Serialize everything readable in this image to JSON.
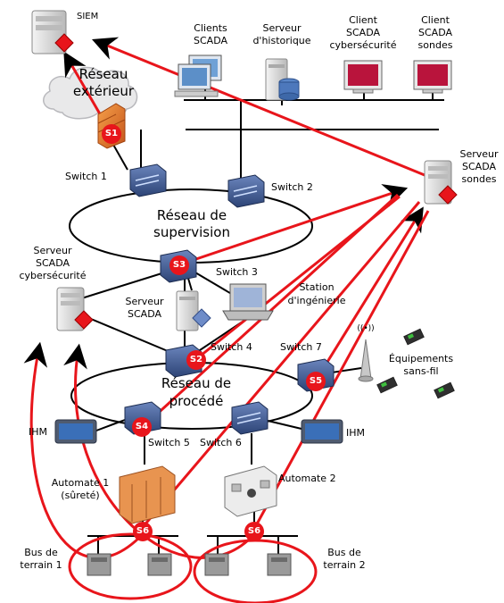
{
  "labels": {
    "siem": "SIEM",
    "reseau_exterieur_1": "Réseau",
    "reseau_exterieur_2": "extérieur",
    "clients_scada_1": "Clients",
    "clients_scada_2": "SCADA",
    "serveur_historique_1": "Serveur",
    "serveur_historique_2": "d'historique",
    "client_cyber_1": "Client",
    "client_cyber_2": "SCADA",
    "client_cyber_3": "cybersécurité",
    "client_sondes_1": "Client",
    "client_sondes_2": "SCADA",
    "client_sondes_3": "sondes",
    "serveur_sondes_1": "Serveur",
    "serveur_sondes_2": "SCADA",
    "serveur_sondes_3": "sondes",
    "switch1": "Switch 1",
    "switch2": "Switch 2",
    "switch3": "Switch 3",
    "switch4": "Switch 4",
    "switch5": "Switch 5",
    "switch6": "Switch 6",
    "switch7": "Switch 7",
    "reseau_supervision_1": "Réseau de",
    "reseau_supervision_2": "supervision",
    "serveur_cyber_1": "Serveur",
    "serveur_cyber_2": "SCADA",
    "serveur_cyber_3": "cybersécurité",
    "serveur_scada_1": "Serveur",
    "serveur_scada_2": "SCADA",
    "station_1": "Station",
    "station_2": "d'ingénierie",
    "equipements_1": "Équipements",
    "equipements_2": "sans-fil",
    "reseau_procede_1": "Réseau de",
    "reseau_procede_2": "procédé",
    "ihm_left": "IHM",
    "ihm_right": "IHM",
    "automate1_1": "Automate 1",
    "automate1_2": "(sûreté)",
    "automate2": "Automate 2",
    "bus1_1": "Bus de",
    "bus1_2": "terrain 1",
    "bus2_1": "Bus de",
    "bus2_2": "terrain 2"
  },
  "sensors": {
    "s1": "S1",
    "s2": "S2",
    "s3": "S3",
    "s4": "S4",
    "s5": "S5",
    "s6a": "S6",
    "s6b": "S6"
  },
  "colors": {
    "sensor": "#e8151b",
    "link_red": "#e8151b",
    "line": "#000000",
    "switch_blue": "#3d5a96",
    "server_gray": "#d8d8d8",
    "firewall": "#e87a1e",
    "plc_orange": "#e89450"
  }
}
